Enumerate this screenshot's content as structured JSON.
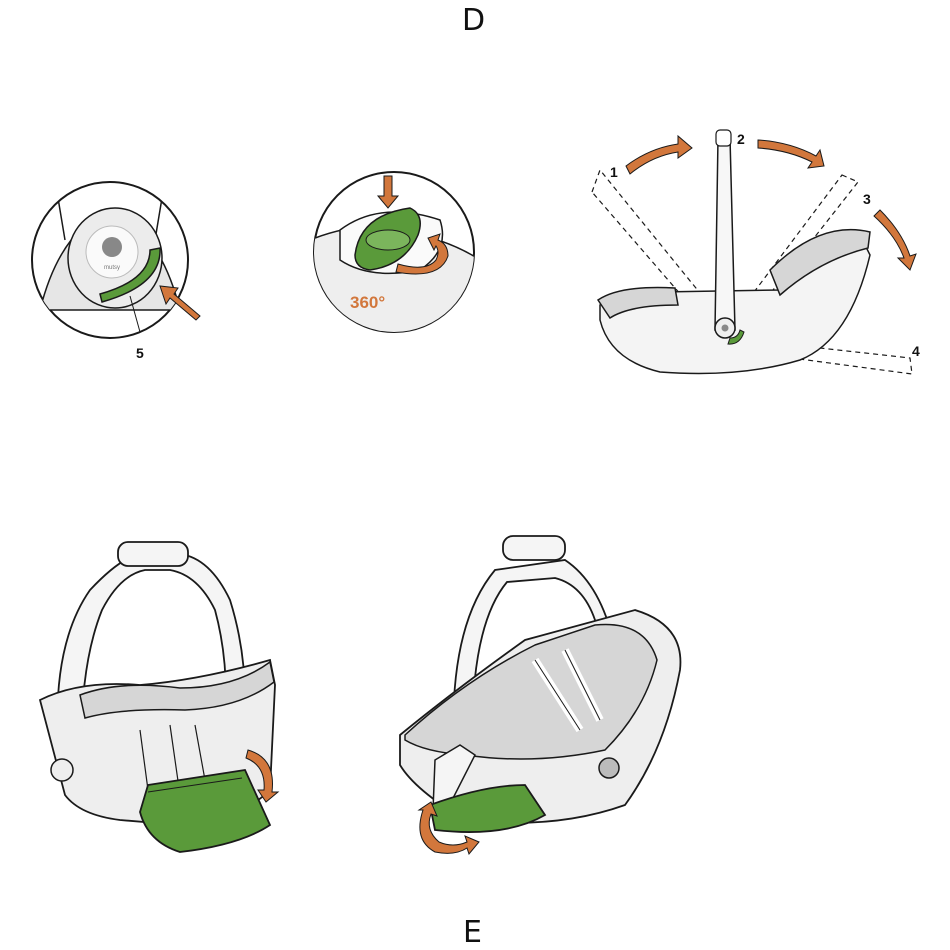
{
  "sections": {
    "d": "D",
    "e": "E"
  },
  "figure1": {
    "callout": "5",
    "logo_text": "mutsy"
  },
  "figure2": {
    "rotation_label": "360°"
  },
  "figure3": {
    "positions": [
      "1",
      "2",
      "3",
      "4"
    ]
  },
  "colors": {
    "accent_green": "#5a9a3a",
    "arrow_orange": "#d2773c",
    "shell_grey": "#d6d6d6",
    "line": "#1a1a1a"
  },
  "icons": [
    "push-arrow-icon",
    "rotate-arrow-icon",
    "swing-arrow-icon"
  ]
}
